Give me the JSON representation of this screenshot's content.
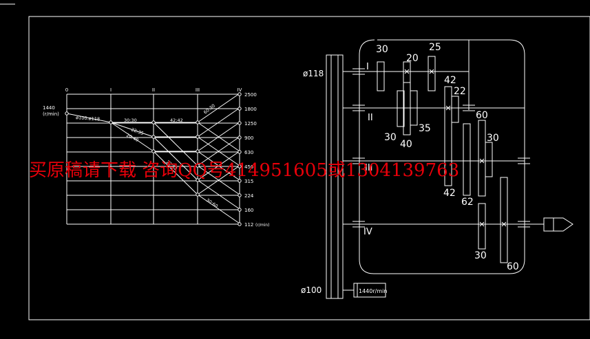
{
  "colors": {
    "background": "#000000",
    "lines": "#ffffff",
    "watermark": "#e8000a"
  },
  "speed_chart": {
    "shaft_labels": [
      "0",
      "I",
      "II",
      "III",
      "IV"
    ],
    "input_speed": "1440",
    "input_unit": "(r/min)",
    "speeds": [
      "2500",
      "1800",
      "1250",
      "900",
      "630",
      "450",
      "315",
      "224",
      "160",
      "112"
    ],
    "speed_unit": "(r/min)",
    "ratio_labels": [
      "ø100:ø118",
      "30:30",
      "42:42",
      "22:35",
      "20:40",
      "60:30",
      "22:62",
      "30:60"
    ]
  },
  "gearbox": {
    "pulley_top": "ø118",
    "pulley_bottom": "ø100",
    "motor": "1440r/min",
    "shafts": [
      "I",
      "II",
      "III",
      "IV"
    ],
    "gear_labels": [
      "30",
      "20",
      "25",
      "42",
      "22",
      "30",
      "40",
      "35",
      "60",
      "30",
      "42",
      "62",
      "30",
      "60"
    ]
  },
  "watermark": "买原稿请下载 咨询QQ号414951605或1304139763"
}
